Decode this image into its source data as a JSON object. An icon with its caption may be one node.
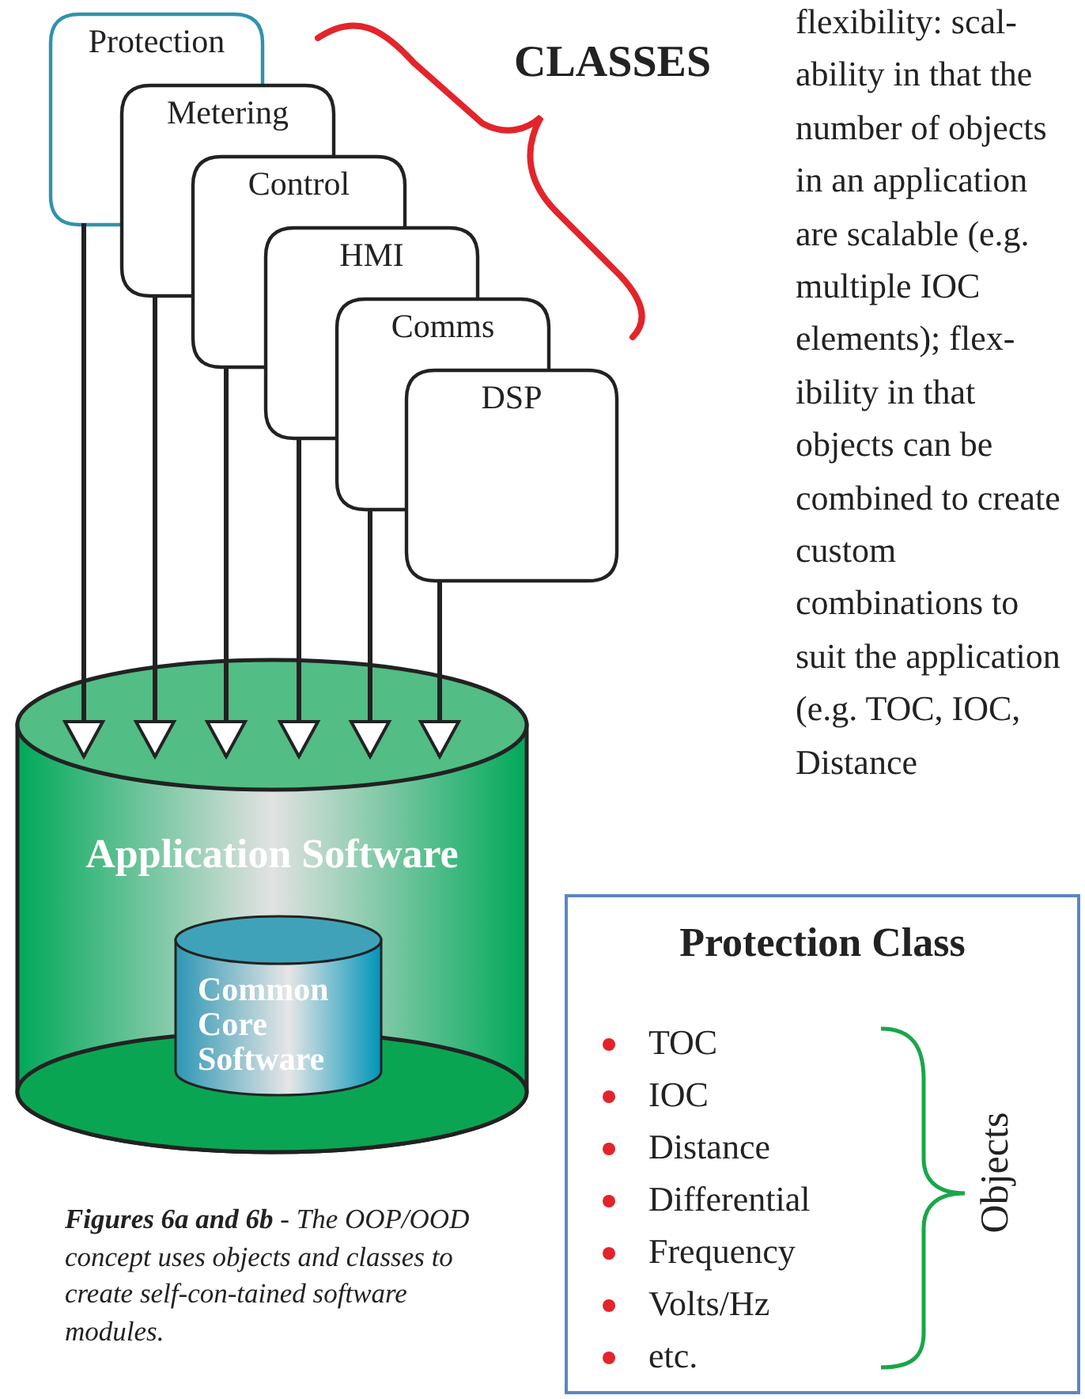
{
  "diagram": {
    "caption": "**Figures 6a and 6b** - The OOP/OOD concept uses objects and classes to create self-con-tained software modules.",
    "nodes": [
      {
        "text": [
          "Protection"
        ]
      },
      {
        "text": [
          "Metering"
        ]
      },
      {
        "text": [
          "Control"
        ]
      },
      {
        "text": [
          "HMI"
        ]
      },
      {
        "text": [
          "Comms"
        ]
      },
      {
        "text": [
          "DSP"
        ]
      },
      {
        "text": [
          "Application Software"
        ]
      },
      {
        "text": [
          "Common Core Software"
        ],
        "in": 6
      },
      {
        "text": [
          "Protection Class",
          "TOC",
          "IOC",
          "Distance",
          "Differential",
          "Frequency",
          "Volts/Hz",
          "etc.",
          "Objects"
        ]
      }
    ],
    "edges": [
      {
        "from": 0,
        "to": 6,
        "arrow": "to"
      },
      {
        "from": 1,
        "to": 6,
        "arrow": "to"
      },
      {
        "from": 2,
        "to": 6,
        "arrow": "to"
      },
      {
        "from": 3,
        "to": 6,
        "arrow": "to"
      },
      {
        "from": 4,
        "to": 6,
        "arrow": "to"
      },
      {
        "from": 5,
        "to": 6,
        "arrow": "to"
      }
    ],
    "labels": [
      "CLASSES",
      "flexibility: scal-ability in that the number of objects in an application are scalable (e.g. multiple IOC elements); flex-ibility in that objects can be combined to create custom combinations to suit the application (e.g. TOC, IOC, Distance"
    ]
  }
}
